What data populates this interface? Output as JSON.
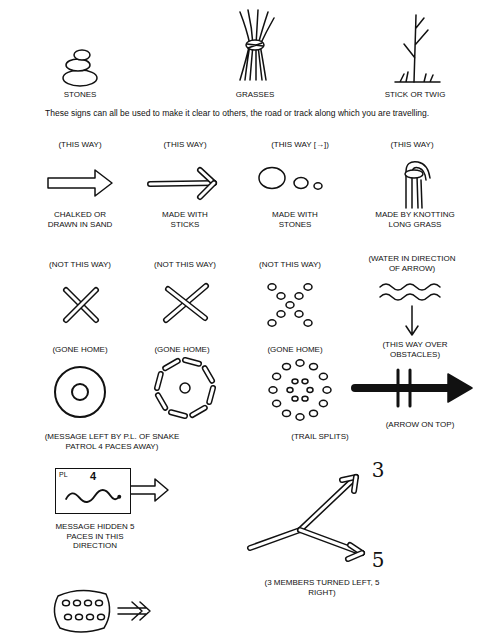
{
  "diagram": {
    "nodes": [
      {
        "text": [
          "PL",
          "4"
        ]
      }
    ],
    "labels": [
      "STONES",
      "GRASSES",
      "STICK OR TWIG",
      "These signs can all be used to make it clear to others, the road or track along which you are travelling.",
      "(THIS WAY)",
      "(THIS WAY)",
      "(THIS WAY [→])",
      "(THIS WAY)",
      "CHALKED OR DRAWN IN SAND",
      "MADE WITH STICKS",
      "MADE WITH STONES",
      "MADE BY KNOTTING LONG GRASS",
      "(NOT THIS WAY)",
      "(NOT THIS WAY)",
      "(NOT THIS WAY)",
      "(WATER IN DIRECTION OF ARROW)",
      "(GONE HOME)",
      "(GONE HOME)",
      "(GONE HOME)",
      "(THIS WAY OVER OBSTACLES)",
      "(ARROW ON TOP)",
      "(MESSAGE LEFT BY P.L. OF SNAKE PATROL 4 PACES AWAY)",
      "(TRAIL SPLITS)",
      "MESSAGE HIDDEN 5 PACES IN THIS DIRECTION",
      "3",
      "5",
      "(3 MEMBERS TURNED LEFT, 5 RIGHT)"
    ]
  }
}
